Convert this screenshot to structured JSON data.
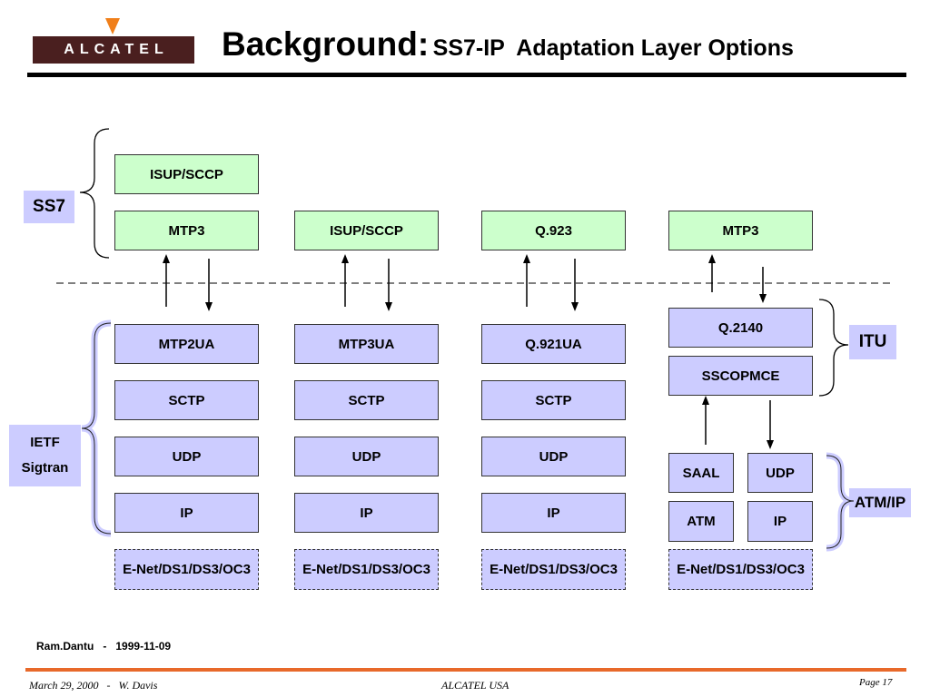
{
  "header": {
    "logo_text": "ALCATEL",
    "title_main": "Background:",
    "title_sub": "SS7-IP",
    "title_rest": "Adaptation Layer Options"
  },
  "side_labels": {
    "ss7": "SS7",
    "ietf_line1": "IETF",
    "ietf_line2": "Sigtran",
    "itu": "ITU",
    "atm_ip": "ATM/IP"
  },
  "columns": [
    {
      "top": [
        "ISUP/SCCP",
        "MTP3"
      ],
      "bottom": [
        "MTP2UA",
        "SCTP",
        "UDP",
        "IP"
      ],
      "link": "E-Net/DS1/DS3/OC3"
    },
    {
      "top": [
        "ISUP/SCCP"
      ],
      "bottom": [
        "MTP3UA",
        "SCTP",
        "UDP",
        "IP"
      ],
      "link": "E-Net/DS1/DS3/OC3"
    },
    {
      "top": [
        "Q.923"
      ],
      "bottom": [
        "Q.921UA",
        "SCTP",
        "UDP",
        "IP"
      ],
      "link": "E-Net/DS1/DS3/OC3"
    },
    {
      "top": [
        "MTP3"
      ],
      "itu": [
        "Q.2140",
        "SSCOPMCE"
      ],
      "atm_stack": [
        "SAAL",
        "ATM"
      ],
      "ip_stack": [
        "UDP",
        "IP"
      ],
      "link": "E-Net/DS1/DS3/OC3"
    }
  ],
  "note": {
    "author": "Ram.Dantu",
    "sep": "-",
    "date": "1999-11-09"
  },
  "footer": {
    "date": "March 29, 2000",
    "sep": "-",
    "author": "W. Davis",
    "center": "ALCATEL USA",
    "page": "Page 17"
  }
}
